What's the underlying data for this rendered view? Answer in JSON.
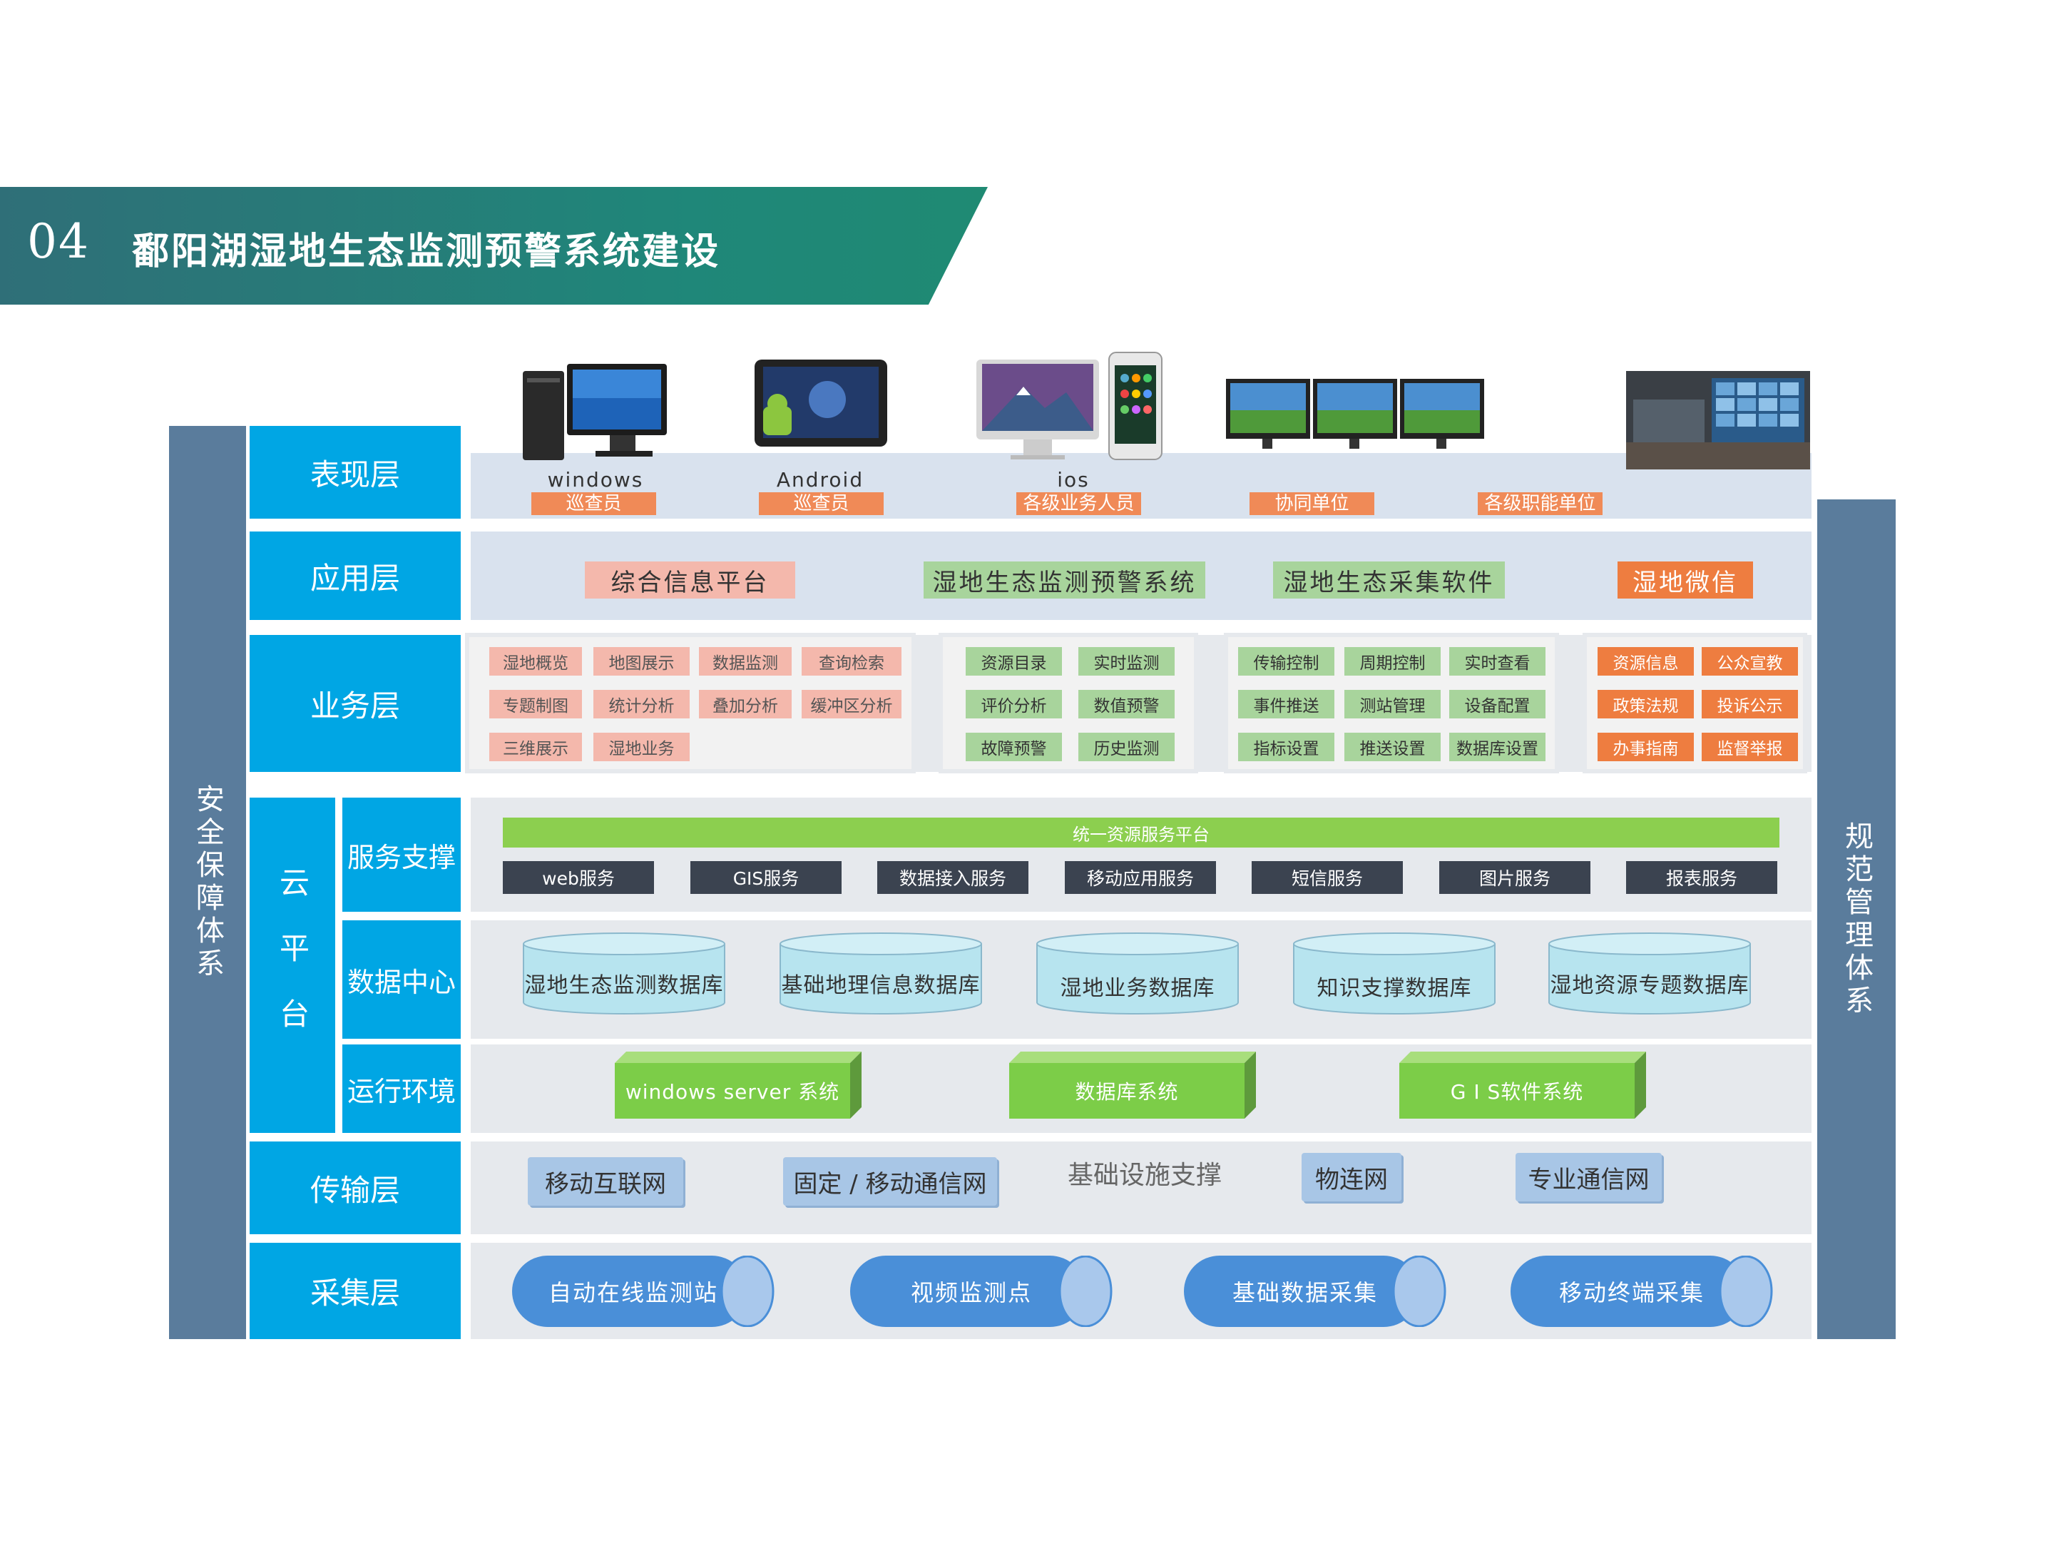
{
  "header": {
    "number": "04",
    "title": "鄱阳湖湿地生态监测预警系统建设"
  },
  "side_left": "安全保障体系",
  "side_right": "规范管理体系",
  "layers": {
    "presentation": "表现层",
    "application": "应用层",
    "business": "业务层",
    "cloud": "云平台",
    "service_support": "服务支撑",
    "data_center": "数据中心",
    "runtime": "运行环境",
    "transport": "传输层",
    "collection": "采集层"
  },
  "devices": [
    {
      "name": "windows",
      "role": "巡查员"
    },
    {
      "name": "Android",
      "role": "巡查员"
    },
    {
      "name": "ios",
      "role": "各级业务人员"
    },
    {
      "name": "",
      "role": "协同单位"
    },
    {
      "name": "",
      "role": "各级职能单位"
    }
  ],
  "apps": [
    "综合信息平台",
    "湿地生态监测预警系统",
    "湿地生态采集软件",
    "湿地微信"
  ],
  "business": {
    "group1": [
      "湿地概览",
      "地图展示",
      "数据监测",
      "查询检索",
      "专题制图",
      "统计分析",
      "叠加分析",
      "缓冲区分析",
      "三维展示",
      "湿地业务"
    ],
    "group2": [
      "资源目录",
      "实时监测",
      "评价分析",
      "数值预警",
      "故障预警",
      "历史监测"
    ],
    "group3": [
      "传输控制",
      "周期控制",
      "实时查看",
      "事件推送",
      "测站管理",
      "设备配置",
      "指标设置",
      "推送设置",
      "数据库设置"
    ],
    "group4": [
      "资源信息",
      "公众宣教",
      "政策法规",
      "投诉公示",
      "办事指南",
      "监督举报"
    ]
  },
  "service_platform": "统一资源服务平台",
  "services": [
    "web服务",
    "GIS服务",
    "数据接入服务",
    "移动应用服务",
    "短信服务",
    "图片服务",
    "报表服务"
  ],
  "databases": [
    "湿地生态监测数据库",
    "基础地理信息数据库",
    "湿地业务数据库",
    "知识支撑数据库",
    "湿地资源专题数据库"
  ],
  "runtime": [
    "windows server 系统",
    "数据库系统",
    "G I S软件系统"
  ],
  "transport": {
    "items": [
      "移动互联网",
      "固定 / 移动通信网",
      "物连网",
      "专业通信网"
    ],
    "center": "基础设施支撑"
  },
  "collection": [
    "自动在线监测站",
    "视频监测点",
    "基础数据采集",
    "移动终端采集"
  ],
  "colors": {
    "blue_label": "#00a6e4",
    "side": "#5a7c9c",
    "banner": "#1f8779",
    "service_bar": "#8ccf4f",
    "orange": "#f08a57"
  }
}
